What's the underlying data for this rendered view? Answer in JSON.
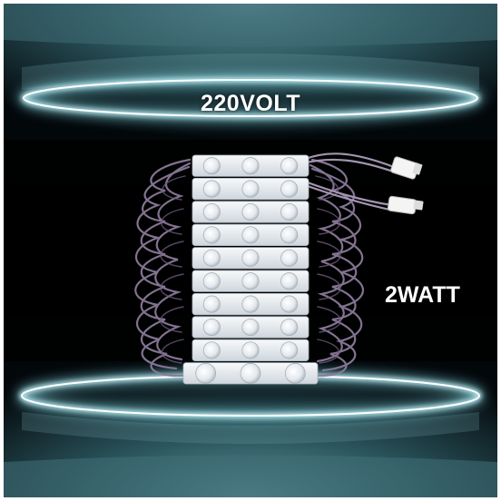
{
  "labels": {
    "voltage": "220VOLT",
    "wattage": "2WATT"
  },
  "colors": {
    "ring_glow": "#bff6ff",
    "ring_core": "#ffffff",
    "backdrop_teal": "#2e5a63",
    "module_body": "#e9edf1",
    "lens": "#f3f6f9",
    "wire": "#8a7a99",
    "connector": "#f2f2f2"
  },
  "product": {
    "module_rows": 10,
    "leds_per_module": 3
  }
}
